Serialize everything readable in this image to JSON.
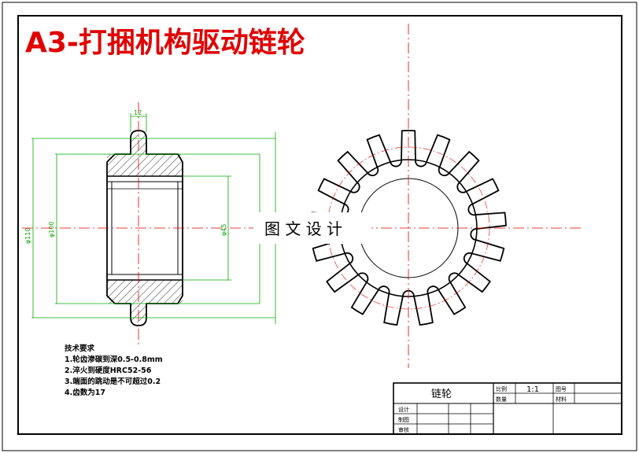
{
  "sheet_title": "A3-打捆机构驱动链轮",
  "watermark": "图 文 设 计",
  "dimensions": {
    "hub_width": "12",
    "outer_dia": "φ110",
    "root_dia": "φ100",
    "bore_dia": "φ45"
  },
  "tech_notes": {
    "heading": "技术要求",
    "items": [
      "1.轮齿渗碳到深0.5-0.8mm",
      "2.淬火到硬度HRC52-56",
      "3.端面的跳动是不可超过0.2",
      "4.齿数为17"
    ]
  },
  "sprocket": {
    "teeth": 17
  },
  "title_block": {
    "part_name": "链轮",
    "scale_label": "比例",
    "scale_value": "1:1",
    "drawing_no_label": "图号",
    "quantity_label": "数量",
    "material_label": "材料",
    "design_label": "设计",
    "drawn_label": "制图",
    "check_label": "审核"
  },
  "colors": {
    "title": "#e00000",
    "border": "#000000",
    "centerline": "#e00000",
    "dimension": "#00aa00",
    "outline": "#000000"
  }
}
